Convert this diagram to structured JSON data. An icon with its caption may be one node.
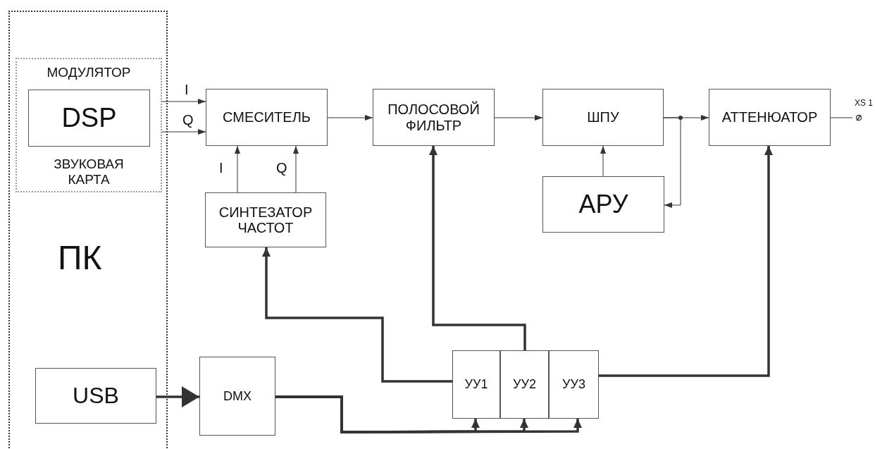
{
  "diagram": {
    "nodes": [
      {
        "text": [
          "ПК"
        ]
      },
      {
        "text": [
          "МОДУЛЯТОР",
          "ЗВУКОВАЯ КАРТА"
        ],
        "in": 0
      },
      {
        "text": [
          "DSP"
        ],
        "in": 1
      },
      {
        "text": [
          "СМЕСИТЕЛЬ"
        ]
      },
      {
        "text": [
          "СИНТЕЗАТОР ЧАСТОТ"
        ]
      },
      {
        "text": [
          "ПОЛОСОВОЙ ФИЛЬТР"
        ]
      },
      {
        "text": [
          "ШПУ"
        ]
      },
      {
        "text": [
          "АРУ"
        ]
      },
      {
        "text": [
          "АТТЕНЮАТОР"
        ]
      },
      {
        "text": [
          "XS 1"
        ]
      },
      {
        "text": [
          "USB"
        ],
        "in": 0
      },
      {
        "text": [
          "DMX"
        ]
      },
      {
        "text": [
          "УУ1"
        ]
      },
      {
        "text": [
          "УУ2"
        ]
      },
      {
        "text": [
          "УУ3"
        ]
      }
    ],
    "edges": [
      {
        "from": 1,
        "to": 3,
        "arrow": "to",
        "label": "I"
      },
      {
        "from": 1,
        "to": 3,
        "arrow": "to",
        "label": "Q"
      },
      {
        "from": 4,
        "to": 3,
        "arrow": "to",
        "label": "I"
      },
      {
        "from": 4,
        "to": 3,
        "arrow": "to",
        "label": "Q"
      },
      {
        "from": 3,
        "to": 5,
        "arrow": "to"
      },
      {
        "from": 5,
        "to": 6,
        "arrow": "to"
      },
      {
        "from": 6,
        "to": 8,
        "arrow": "to"
      },
      {
        "from": 6,
        "to": 7,
        "arrow": "to"
      },
      {
        "from": 7,
        "to": 6,
        "arrow": "to"
      },
      {
        "from": 8,
        "to": 9,
        "arrow": "none"
      },
      {
        "from": 10,
        "to": 11,
        "arrow": "to",
        "style": "thick"
      },
      {
        "from": 11,
        "to": 12,
        "arrow": "to",
        "style": "thick"
      },
      {
        "from": 11,
        "to": 13,
        "arrow": "to",
        "style": "thick"
      },
      {
        "from": 11,
        "to": 14,
        "arrow": "to",
        "style": "thick"
      },
      {
        "from": 12,
        "to": 4,
        "arrow": "to",
        "style": "thick"
      },
      {
        "from": 13,
        "to": 5,
        "arrow": "to",
        "style": "thick"
      },
      {
        "from": 14,
        "to": 8,
        "arrow": "to",
        "style": "thick"
      }
    ]
  }
}
